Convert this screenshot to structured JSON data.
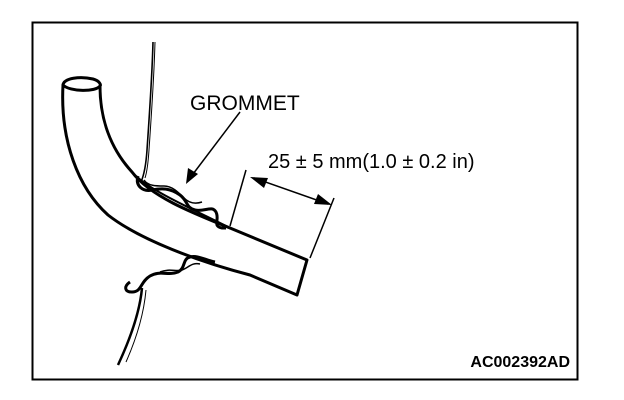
{
  "labels": {
    "grommet": "GROMMET",
    "dimension": "25 ± 5 mm(1.0 ± 0.2 in)",
    "figure_code": "AC002392AD"
  },
  "colors": {
    "ink": "#000000",
    "background": "#ffffff"
  }
}
